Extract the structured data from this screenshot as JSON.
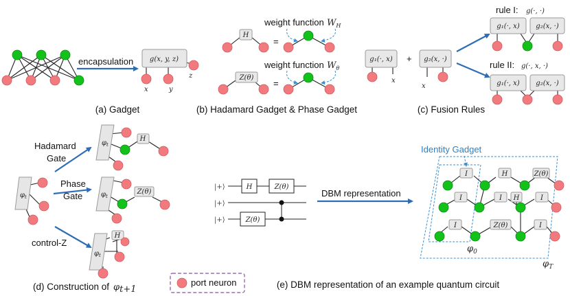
{
  "panel_a": {
    "caption": "(a) Gadget",
    "arrow_label": "encapsulation",
    "gadget_label": "g(x, y, z)",
    "ports": [
      "x",
      "y",
      "z"
    ]
  },
  "panel_b": {
    "caption": "(b) Hadamard Gadget & Phase Gadget",
    "hadamard_box": "H",
    "phase_box": "Z(θ)",
    "equals": "=",
    "weight_function_text": "weight function",
    "weight_h": "W",
    "weight_h_sub": "H",
    "weight_theta": "W",
    "weight_theta_sub": "θ"
  },
  "panel_c": {
    "caption": "(c) Fusion Rules",
    "plus": "+",
    "g1": "g₁(·, x)",
    "g2": "g₂(x, ·)",
    "port_x": "x",
    "rule1_title": "rule I:",
    "rule1_func": "g(·, ·)",
    "rule2_title": "rule II:",
    "rule2_func": "g(·, x, ·)"
  },
  "panel_d": {
    "caption": "(d) Construction of",
    "caption_math": "φ",
    "caption_sub": "t+1",
    "phi_label": "φ",
    "phi_sub": "t",
    "hadamard_gate_line1": "Hadamard",
    "hadamard_gate_line2": "Gate",
    "phase_gate_line1": "Phase",
    "phase_gate_line2": "Gate",
    "cz_label": "control-Z",
    "h_box": "H",
    "z_box": "Z(θ)"
  },
  "legend": {
    "label": "port neuron"
  },
  "panel_e": {
    "caption": "(e) DBM representation of an example quantum circuit",
    "input_kets": [
      "|+⟩",
      "|+⟩",
      "|+⟩"
    ],
    "gate_h": "H",
    "gate_z": "Z(θ)",
    "arrow_label": "DBM representation",
    "identity_label": "Identity Gadget",
    "gadget_i": "I",
    "gadget_h": "H",
    "gadget_z": "Z(θ)",
    "phi0": "φ",
    "phi0_sub": "0",
    "phiT": "φ",
    "phiT_sub": "T"
  },
  "colors": {
    "hidden_neuron": "#12c21b",
    "port_neuron": "#f07a7e",
    "arrow": "#2e6db5",
    "accent_text": "#2e7fc2"
  }
}
